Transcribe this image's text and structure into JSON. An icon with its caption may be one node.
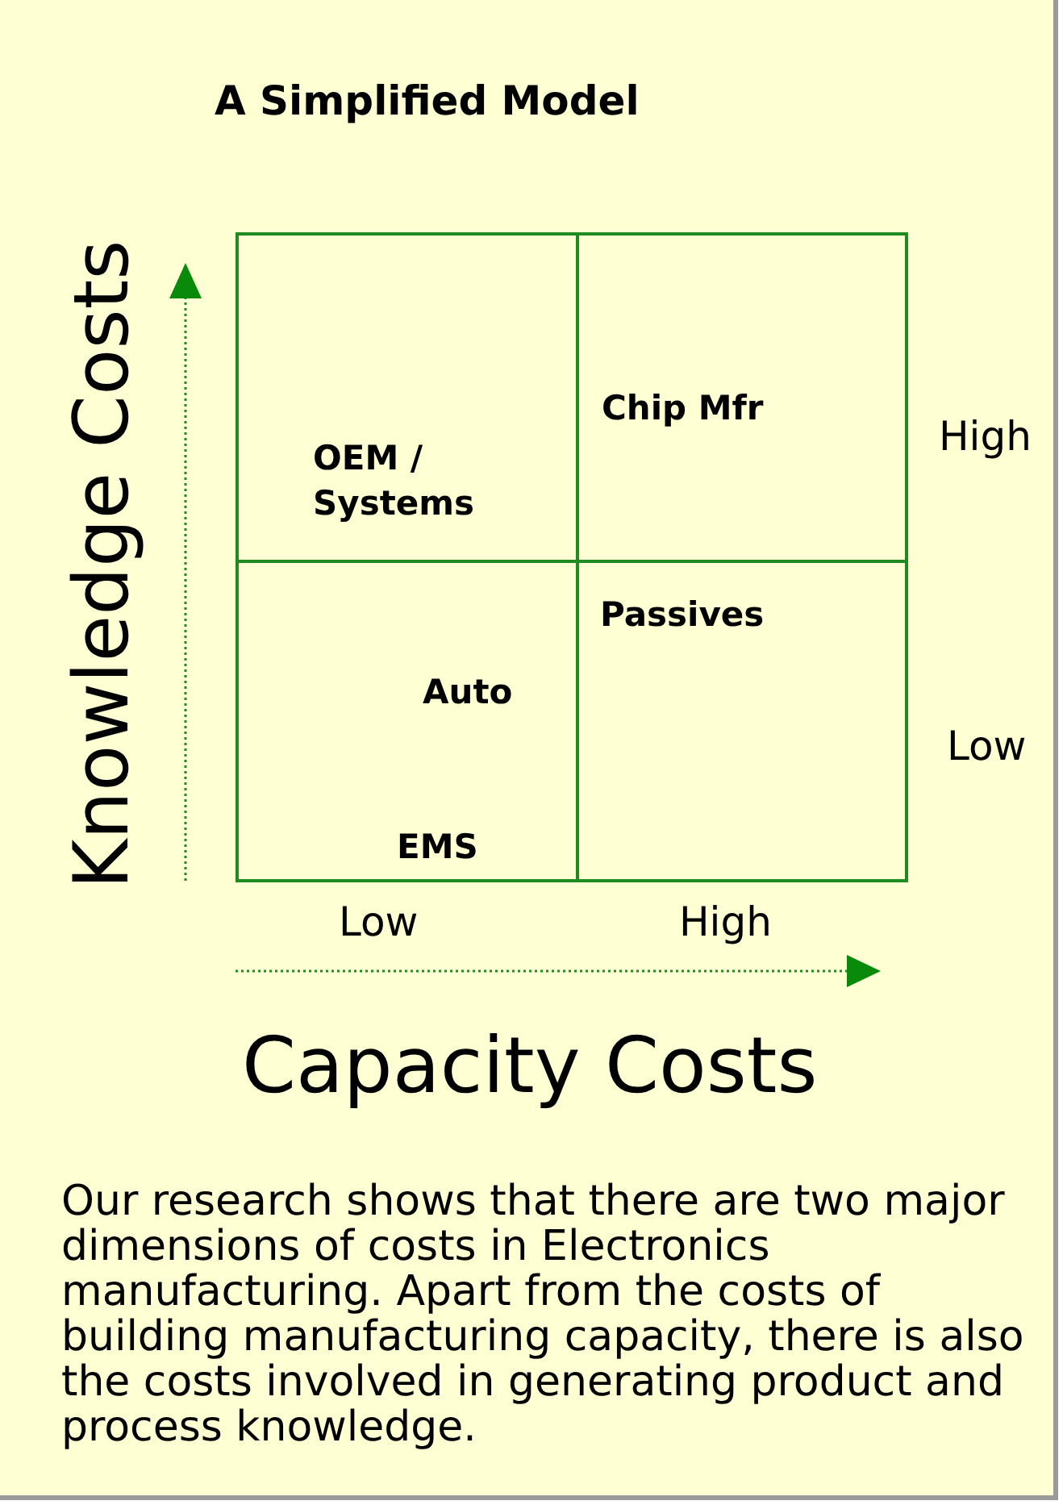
{
  "diagram": {
    "title": "A Simplified Model",
    "nodes": [
      {
        "text": [],
        "shape": "box"
      },
      {
        "text": [
          "OEM / Systems"
        ],
        "in": 0
      },
      {
        "text": [
          "Chip Mfr"
        ],
        "in": 0
      },
      {
        "text": [
          "Auto",
          "EMS"
        ],
        "in": 0
      },
      {
        "text": [
          "Passives"
        ],
        "in": 0
      }
    ],
    "labels": [
      "Knowledge Costs",
      "High",
      "Low",
      "Low",
      "High",
      "Capacity Costs"
    ],
    "caption": "Our research shows that there are two major dimensions of costs in Electronics manufacturing. Apart from the costs of building manufacturing capacity, there is also the costs involved in generating product and process knowledge."
  }
}
